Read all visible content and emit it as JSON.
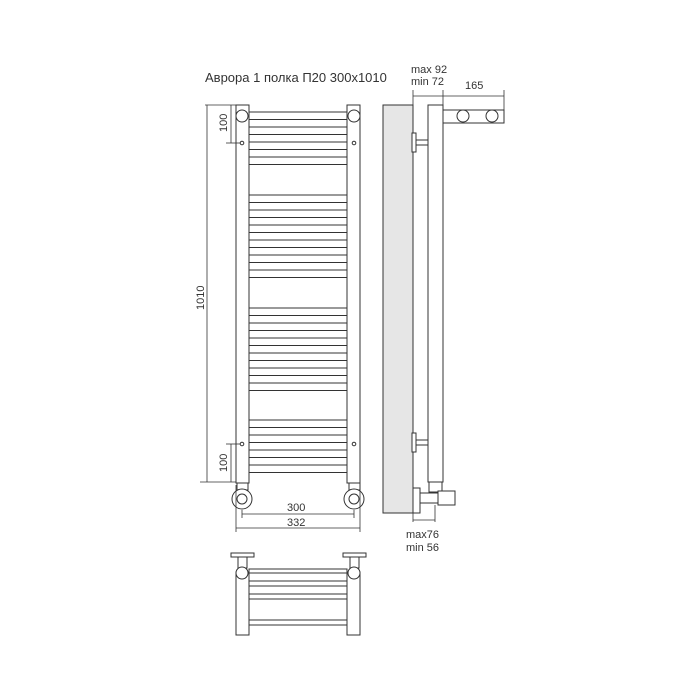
{
  "title": "Аврора 1 полка П20 300x1010",
  "dimensions": {
    "top_offset": "100",
    "bottom_offset": "100",
    "height": "1010",
    "inner_width": "300",
    "outer_width": "332",
    "wall_distance_max": "max 92",
    "wall_distance_min": "min 72",
    "shelf_depth": "165",
    "valve_distance_max": "max76",
    "valve_distance_min": "min 56"
  },
  "colors": {
    "line": "#333333",
    "wall": "#e6e6e6"
  }
}
